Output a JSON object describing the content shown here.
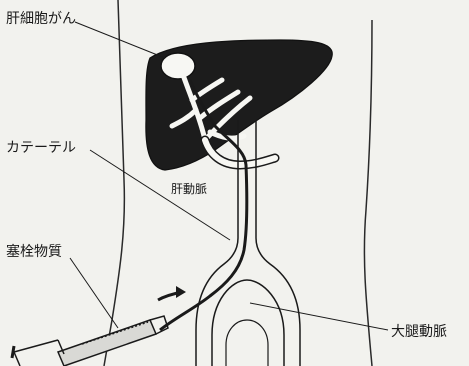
{
  "labels": {
    "hcc": "肝細胞がん",
    "catheter": "カテーテル",
    "hepatic_artery": "肝動脈",
    "embolic_material": "塞栓物質",
    "aorta": "大腿動脈"
  },
  "colors": {
    "background": "#f2f2ee",
    "ink": "#1a1a1a",
    "liver": "#1c1c1c",
    "vessel_fill": "#f7f7f3"
  }
}
